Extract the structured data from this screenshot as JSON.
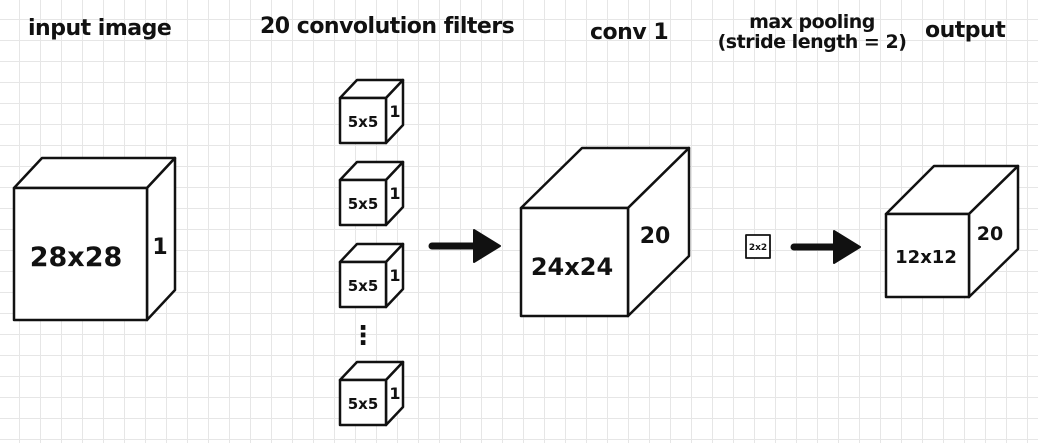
{
  "titles": {
    "input": "input image",
    "filters": "20 convolution filters",
    "conv": "conv 1",
    "pool_line1": "max pooling",
    "pool_line2": "(stride length = 2)",
    "output": "output"
  },
  "input_cube": {
    "face": "28x28",
    "depth": "1"
  },
  "filter_cubes": [
    {
      "face": "5x5",
      "depth": "1"
    },
    {
      "face": "5x5",
      "depth": "1"
    },
    {
      "face": "5x5",
      "depth": "1"
    },
    {
      "face": "5x5",
      "depth": "1"
    }
  ],
  "ellipsis": "⋮",
  "conv_cube": {
    "face": "24x24",
    "depth": "20"
  },
  "pool_kernel": "2x2",
  "output_cube": {
    "face": "12x12",
    "depth": "20"
  },
  "colors": {
    "stroke": "#111111",
    "fill": "#ffffff",
    "grid": "#e6e6e6"
  }
}
